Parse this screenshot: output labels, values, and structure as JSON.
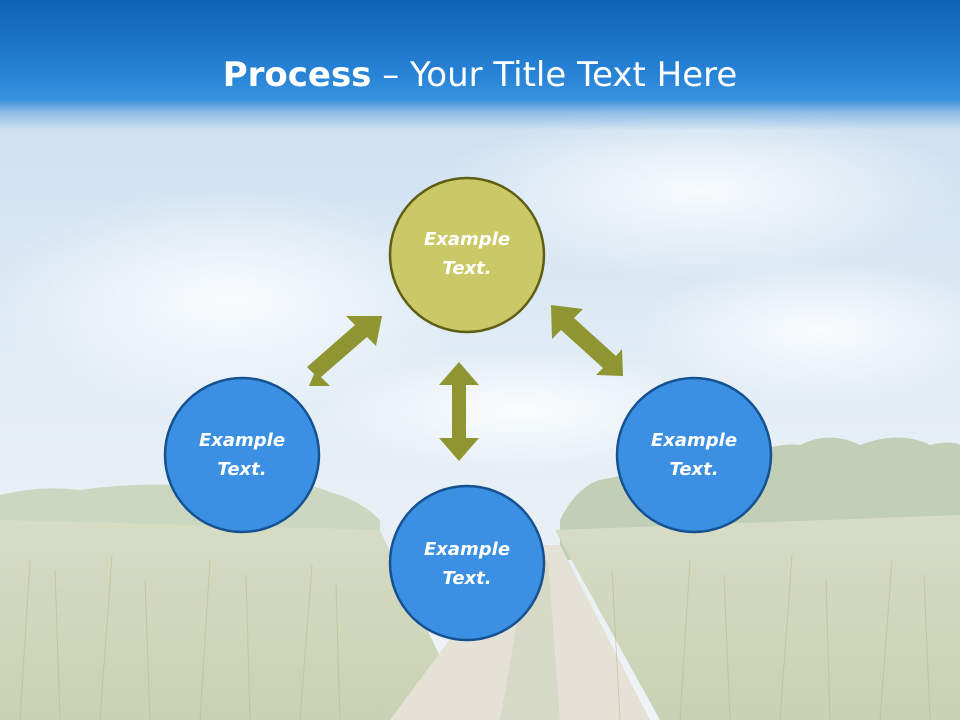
{
  "slide": {
    "title_bold": "Process",
    "title_rest": " – Your Title Text Here"
  },
  "nodes": [
    {
      "id": "top",
      "line1": "Example",
      "line2": "Text.",
      "fill": "#cbc967",
      "stroke": "#5e5e14"
    },
    {
      "id": "left",
      "line1": "Example",
      "line2": "Text.",
      "fill": "#3b90e3",
      "stroke": "#165191"
    },
    {
      "id": "right",
      "line1": "Example",
      "line2": "Text.",
      "fill": "#3b90e3",
      "stroke": "#165191"
    },
    {
      "id": "bottom",
      "line1": "Example",
      "line2": "Text.",
      "fill": "#3b90e3",
      "stroke": "#165191"
    }
  ],
  "colors": {
    "header_blue": "#1b73c8",
    "arrow_olive": "#8f9530",
    "label_text": "#ffffff"
  }
}
